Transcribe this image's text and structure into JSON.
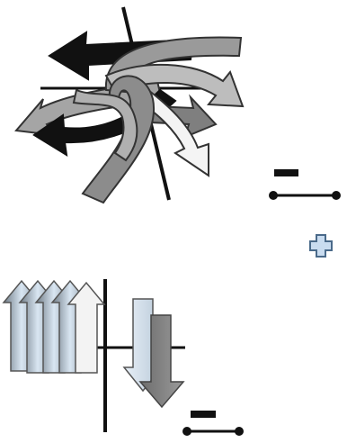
{
  "figure": {
    "panels": [
      {
        "name": "disordered-arrows-panel",
        "arrow_count": 9,
        "description_visible": false
      },
      {
        "name": "aligned-arrows-panel",
        "up_arrow_count": 5,
        "down_arrow_count": 2
      }
    ],
    "symbols": {
      "plus": "+",
      "minus": "−"
    },
    "colors": {
      "black": "#111111",
      "dark_gray": "#7a7a7a",
      "mid_gray": "#9a9a9a",
      "light_gray": "#c8c8c8",
      "white_arrow": "#f4f4f4",
      "blue_light": "#cfe0f0",
      "blue_plus": "#c9dcf0",
      "outline": "#333333"
    }
  }
}
